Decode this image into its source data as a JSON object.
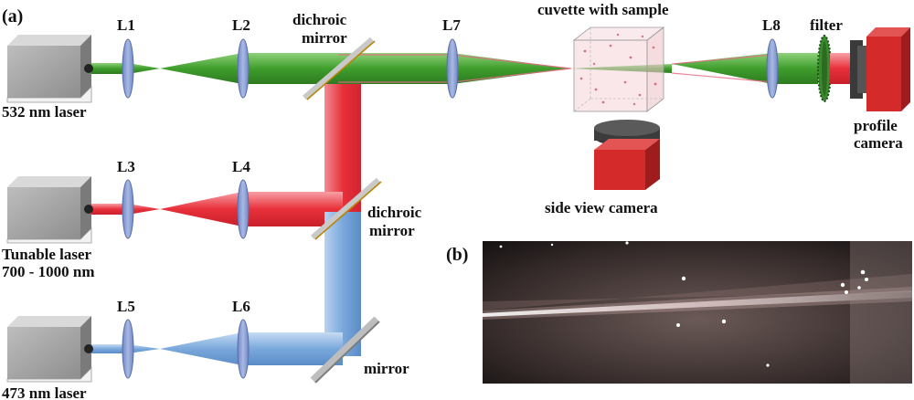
{
  "panel_a": "(a)",
  "panel_b": "(b)",
  "lasers": [
    {
      "id": "green",
      "label_lines": [
        "532 nm laser"
      ]
    },
    {
      "id": "red",
      "label_lines": [
        "Tunable laser",
        "700 - 1000 nm"
      ]
    },
    {
      "id": "blue",
      "label_lines": [
        "473 nm laser"
      ]
    }
  ],
  "lenses": [
    "L1",
    "L2",
    "L3",
    "L4",
    "L5",
    "L6",
    "L7",
    "L8"
  ],
  "mirrors": {
    "dichroic_1": [
      "dichroic",
      "mirror"
    ],
    "dichroic_2": [
      "dichroic",
      "mirror"
    ],
    "mirror": "mirror"
  },
  "cuvette": "cuvette with sample",
  "filter": "filter",
  "profile_camera": [
    "profile",
    "camera"
  ],
  "side_camera": "side view camera",
  "colors": {
    "green_beam": "#3f9e2c",
    "red_beam": "#e8303a",
    "blue_beam": "#6f9fd4",
    "lens": "#8fa3d6",
    "camera": "#d42a2a",
    "laser_body": "#a8a8a8"
  }
}
